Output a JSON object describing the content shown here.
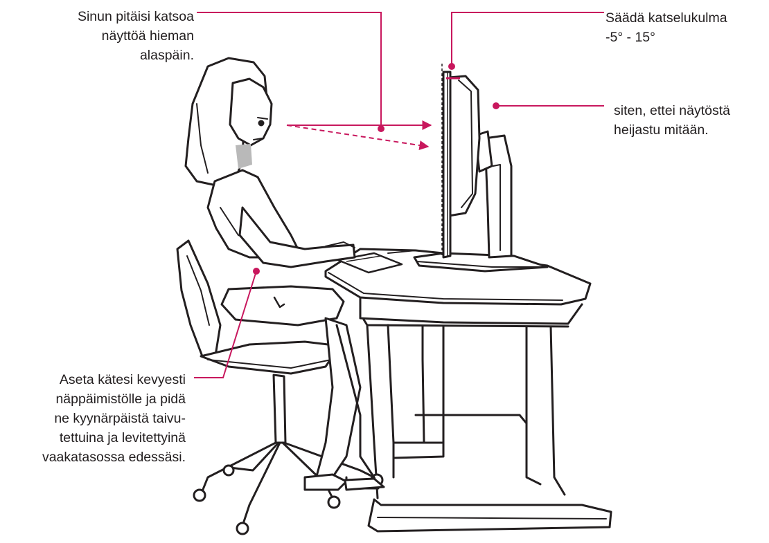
{
  "annotations": {
    "gaze": {
      "lines": [
        "Sinun pitäisi katsoa",
        "näyttöä hieman",
        "alaspäin."
      ]
    },
    "tilt": {
      "lines": [
        "Säädä katselukulma",
        "-5° - 15°"
      ]
    },
    "glare": {
      "lines": [
        "siten, ettei näytöstä",
        "heijastu mitään."
      ]
    },
    "arms": {
      "lines": [
        "Aseta kätesi kevyesti",
        "näppäimistölle ja pidä",
        "ne kyynärpäistä taivu-",
        "tettuina ja levitettyinä",
        "vaakatasossa edessäsi."
      ]
    }
  },
  "colors": {
    "callout": "#c8175d",
    "ink": "#231f20",
    "shade": "#b9b9b9"
  },
  "icons": {
    "figure": "seated-person-at-monitor-illustration"
  }
}
